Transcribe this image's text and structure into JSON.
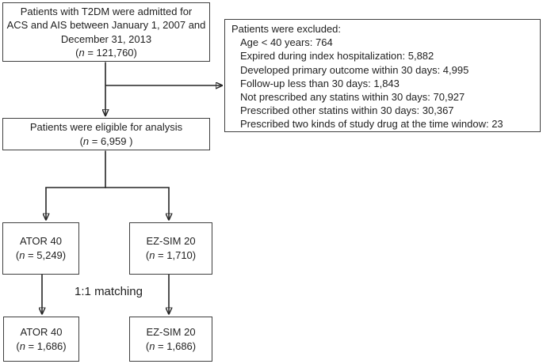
{
  "diagram": {
    "enrollment_box": {
      "lines": [
        "Patients with T2DM were admitted for",
        "ACS and AIS between January 1, 2007 and",
        "December 31, 2013"
      ],
      "n": {
        "pre": "(",
        "var": "n",
        "post": " = 121,760)"
      }
    },
    "exclusion_box": {
      "title": "Patients were excluded:",
      "items": [
        "Age < 40 years: 764",
        "Expired during index hospitalization: 5,882",
        "Developed primary outcome within 30 days: 4,995",
        "Follow-up less than 30 days: 1,843",
        "Not prescribed any statins within 30 days: 70,927",
        "Prescribed other statins within 30 days: 30,367",
        "Prescribed two kinds of study drug at the time window: 23"
      ]
    },
    "eligible_box": {
      "line": "Patients were eligible for analysis",
      "n": {
        "pre": "(",
        "var": "n",
        "post": " = 6,959 )"
      }
    },
    "ator_cohort_box": {
      "title": "ATOR 40",
      "n": {
        "pre": "(",
        "var": "n",
        "post": " = 5,249)"
      }
    },
    "ezsim_cohort_box": {
      "title": "EZ-SIM 20",
      "n": {
        "pre": "(",
        "var": "n",
        "post": " = 1,710)"
      }
    },
    "matching_label": "1:1 matching",
    "ator_matched_box": {
      "title": "ATOR 40",
      "n": {
        "pre": "(",
        "var": "n",
        "post": " = 1,686)"
      }
    },
    "ezsim_matched_box": {
      "title": "EZ-SIM 20",
      "n": {
        "pre": "(",
        "var": "n",
        "post": " = 1,686)"
      }
    }
  },
  "colors": {
    "background": "#ffffff",
    "text": "#1f1f1f",
    "box_border": "#3f3f3f",
    "connector": "#262626"
  }
}
